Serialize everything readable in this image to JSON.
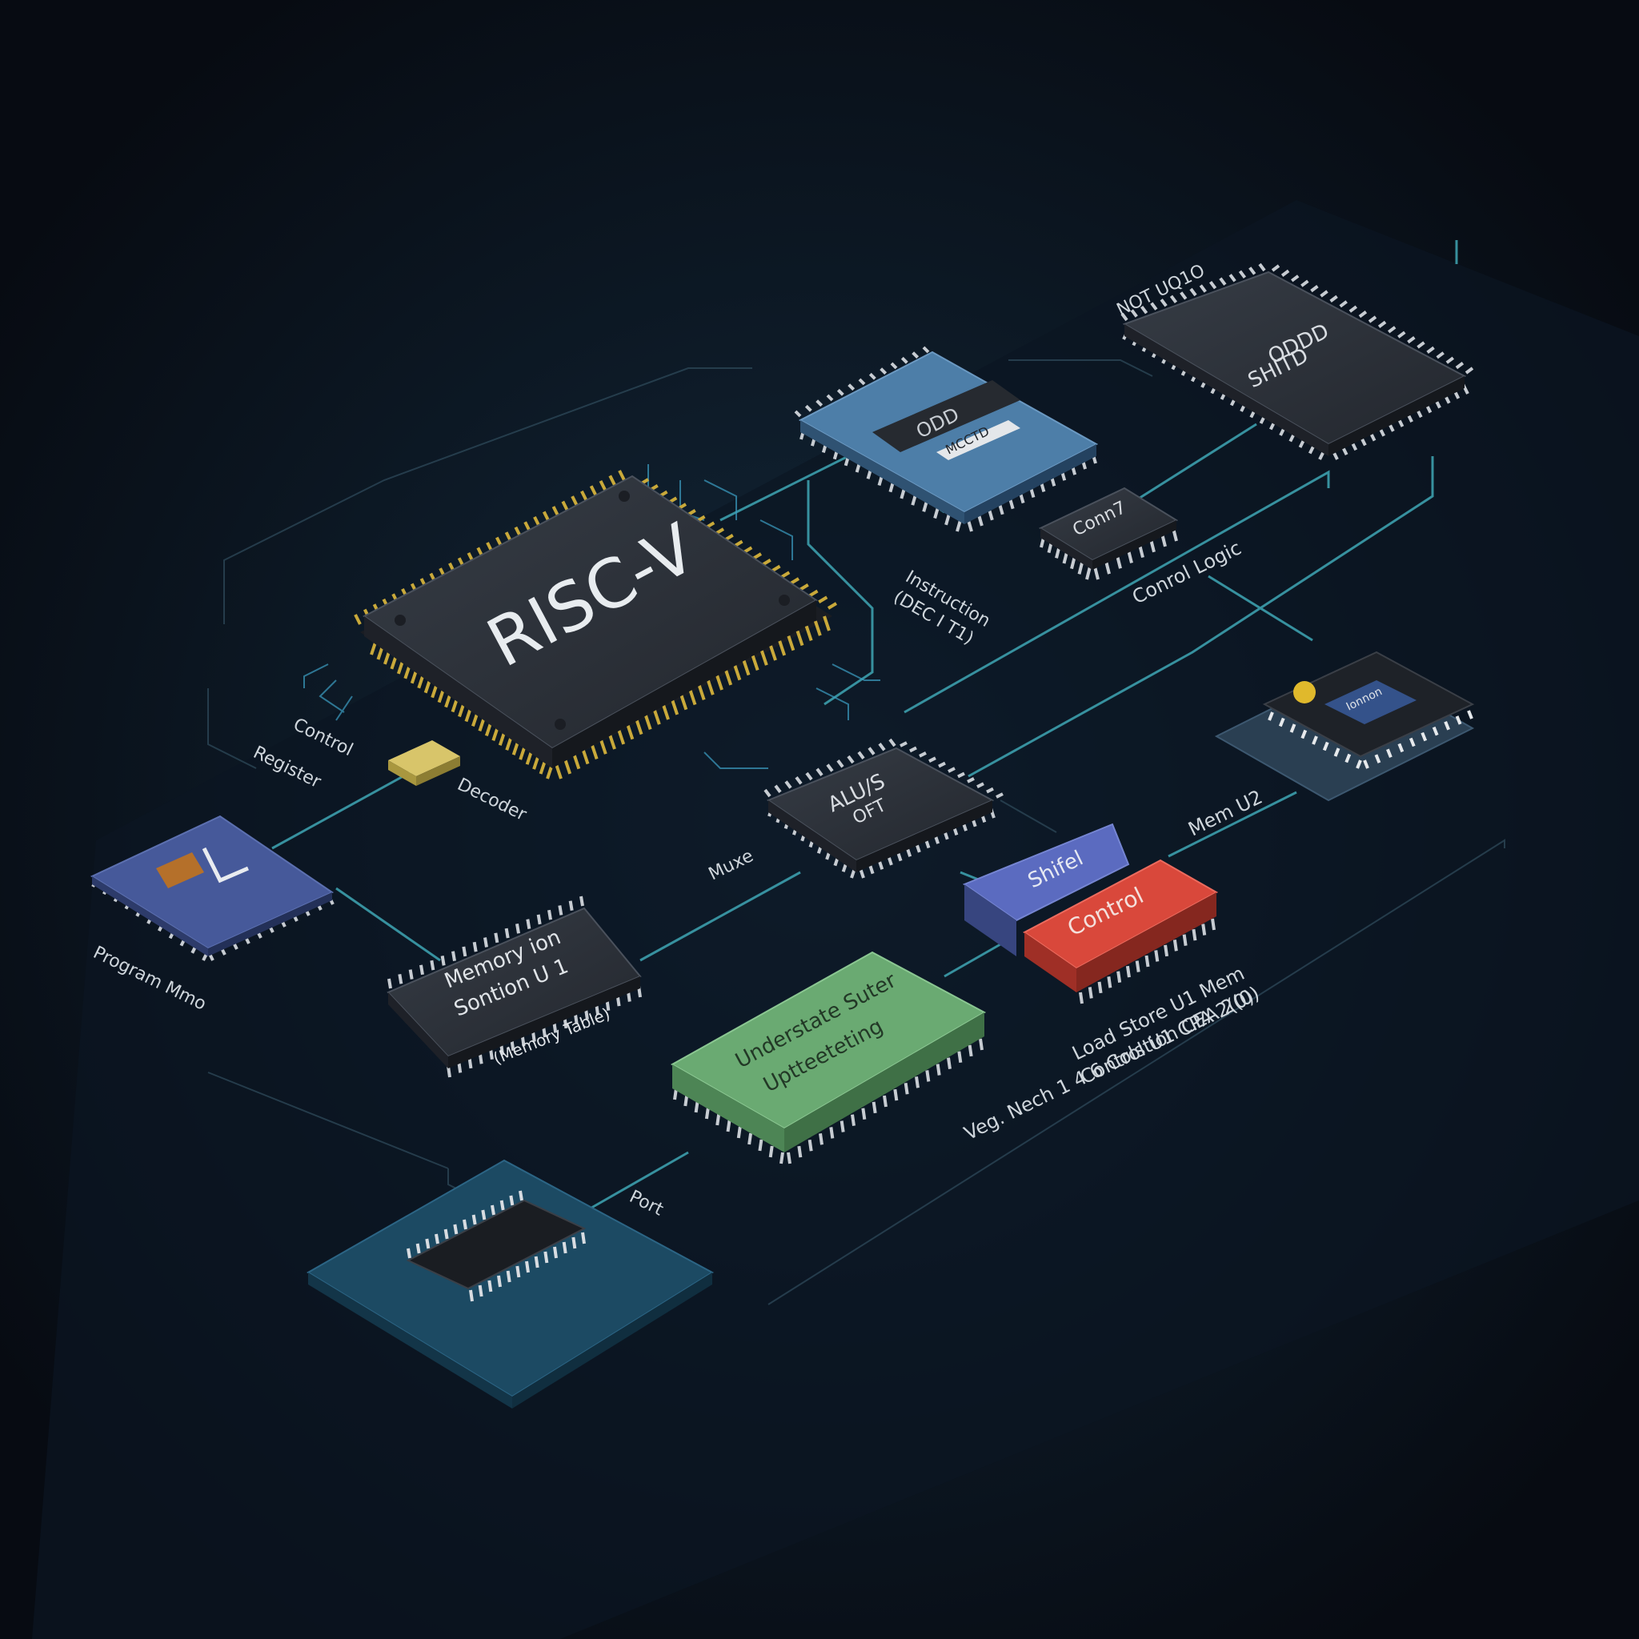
{
  "diagram": {
    "chips": {
      "riscv": "RISC-V",
      "alu": [
        "ALU/S",
        "OFT"
      ],
      "blue_top": [
        "ODD",
        "MCCTD"
      ],
      "black_top_right": [
        "ODDD",
        "SHITD"
      ],
      "control_small": "Conn7",
      "left_black": [
        "Memory ion",
        "Sontion U 1",
        "(Memory Table)"
      ],
      "green": [
        "Understate Suter",
        "Uptteeteting"
      ],
      "shift": "Shifel",
      "control": "Control",
      "small_right": "Ionnon"
    },
    "labels": {
      "top_right": "NOT UQ1O",
      "instruction": [
        "Instruction",
        "(DEC I T1)"
      ],
      "control_logic": "Conrol Logic",
      "control_left": "Control",
      "register": "Register",
      "decoder": "Decoder",
      "program_mem": "Program Mmo",
      "mux": "Muxe",
      "mem_u2": "Mem U2",
      "load_store": [
        "Load Store U1 Mem",
        "Control U1 CPA 2(0)"
      ],
      "bus": "Veg. Nech 1 4 6 Colstion CEA 2(0)",
      "port": "Port"
    },
    "colors": {
      "background": "#070b12",
      "trace": "#3fa7b5",
      "pin_gold": "#c9a93a",
      "chip_dark": "#2a2f37",
      "chip_blue": "#4d7ea8",
      "chip_indigo": "#46599a",
      "chip_green": "#6aaa72",
      "chip_red": "#d9483b",
      "board_teal": "#1c4a63"
    }
  }
}
